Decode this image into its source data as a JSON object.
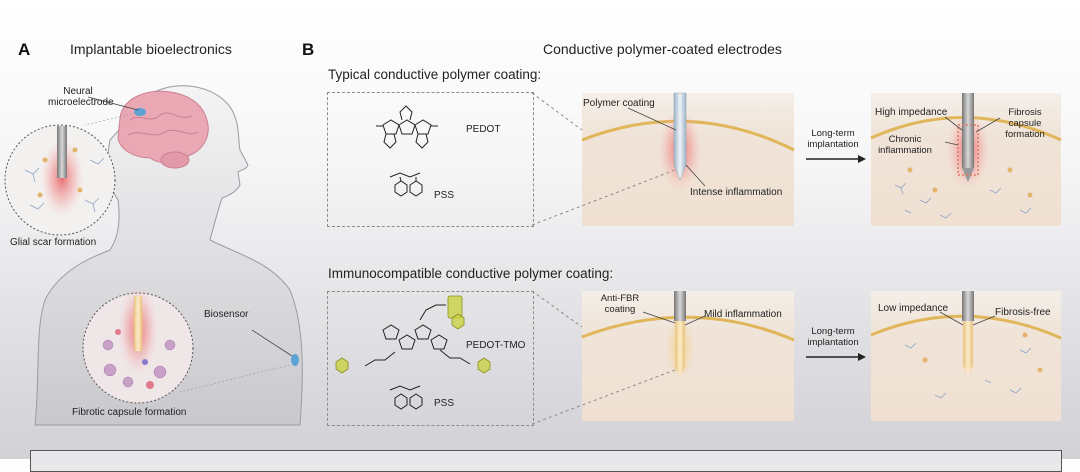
{
  "panel_a": {
    "letter": "A",
    "title": "Implantable bioelectronics",
    "neural_label_line1": "Neural",
    "neural_label_line2": "microelectrode",
    "glial_label": "Glial scar formation",
    "biosensor_label": "Biosensor",
    "fibrotic_label": "Fibrotic capsule formation"
  },
  "panel_b": {
    "letter": "B",
    "title": "Conductive polymer-coated electrodes",
    "typical": {
      "heading": "Typical conductive polymer coating:",
      "pedot": "PEDOT",
      "pss": "PSS",
      "polymer_coating": "Polymer coating",
      "intense": "Intense inflammation",
      "arrow_line1": "Long-term",
      "arrow_line2": "implantation",
      "high_impedance": "High impedance",
      "chronic_line1": "Chronic",
      "chronic_line2": "inflammation",
      "fibrosis_line1": "Fibrosis capsule",
      "fibrosis_line2": "formation"
    },
    "immuno": {
      "heading": "Immunocompatible conductive polymer coating:",
      "pedot_tmo": "PEDOT-TMO",
      "pss": "PSS",
      "anti_fbr_line1": "Anti-FBR",
      "anti_fbr_line2": "coating",
      "mild": "Mild inflammation",
      "arrow_line1": "Long-term",
      "arrow_line2": "implantation",
      "low_impedance": "Low impedance",
      "fibrosis_free": "Fibrosis-free"
    }
  },
  "colors": {
    "tissue_line": "#e1b65a",
    "inflammation": "#e8555a",
    "highlight": "#c8d23a",
    "brain": "#e8a2b0"
  }
}
